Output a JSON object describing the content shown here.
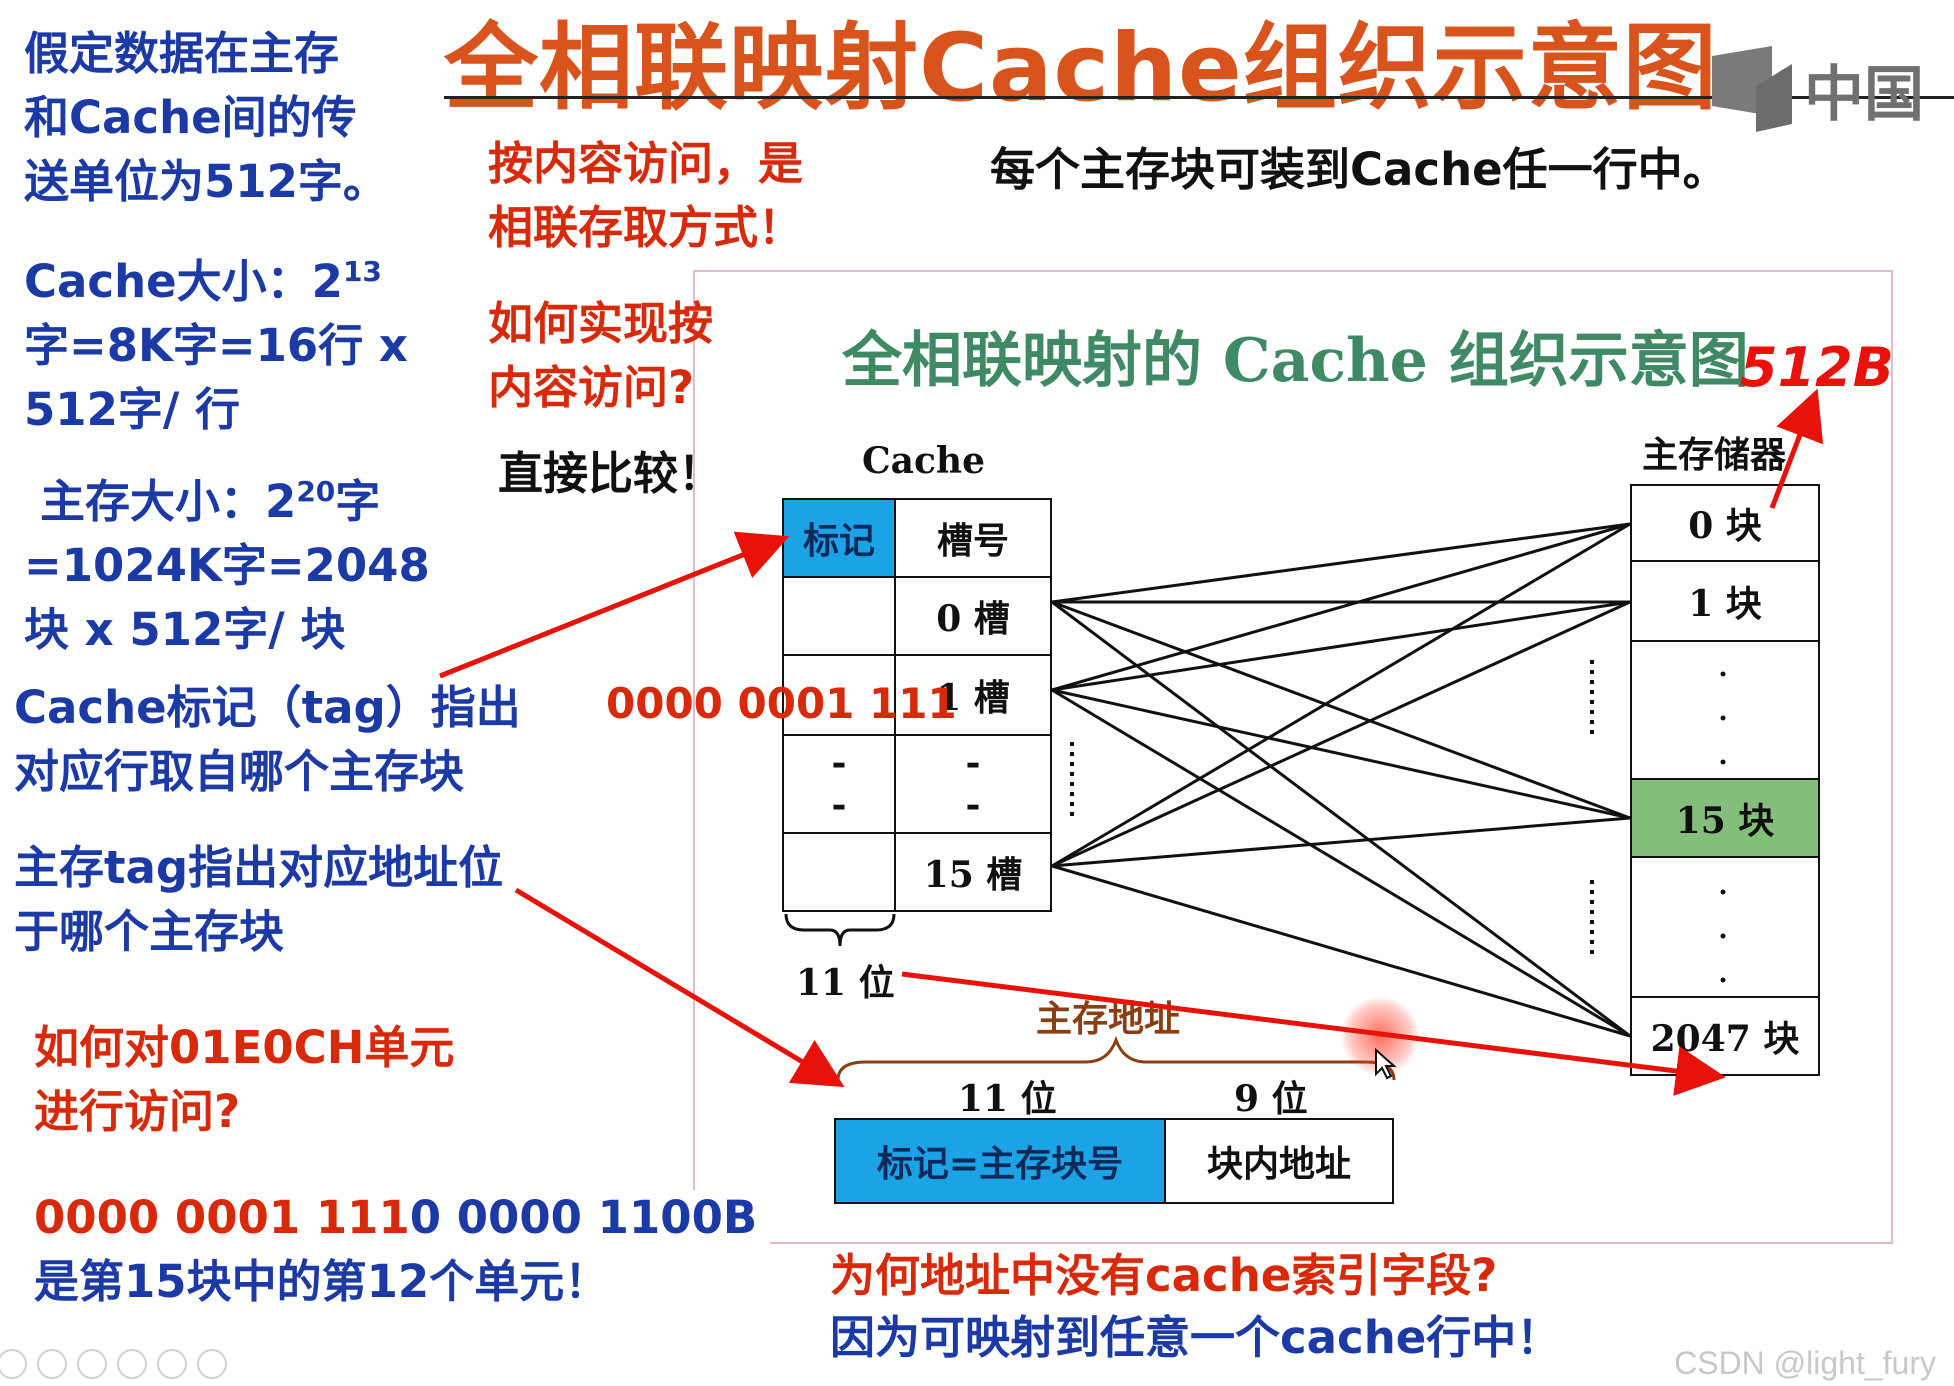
{
  "title": "全相联映射Cache组织示意图",
  "logo_text": "中国",
  "left_notes": {
    "transfer_unit": [
      "假定数据在主存",
      "和Cache间的传",
      "送单位为512字。"
    ],
    "cache_size_line1_prefix": "Cache大小：2",
    "cache_size_exp": "13",
    "cache_size_line2": "字=8K字=16行 x",
    "cache_size_line3": "512字/ 行",
    "mem_size_line1_prefix": "主存大小：2",
    "mem_size_exp": "20",
    "mem_size_line1_suffix": "字",
    "mem_size_line2": "=1024K字=2048",
    "mem_size_line3": "块 x 512字/ 块",
    "cache_tag_note": [
      "Cache标记（tag）指出",
      "对应行取自哪个主存块"
    ],
    "mem_tag_note": [
      "主存tag指出对应地址位",
      "于哪个主存块"
    ],
    "question": [
      "如何对01E0CH单元",
      "进行访问?"
    ],
    "answer_binary_red": "0000 0001 111",
    "answer_binary_blue": "0 0000 1100B",
    "answer_text": "是第15块中的第12个单元！"
  },
  "middle_notes": {
    "content_access": [
      "按内容访问，是",
      "相联存取方式！"
    ],
    "how_question": [
      "如何实现按",
      "内容访问?"
    ],
    "direct_compare": "直接比较！",
    "every_block": "每个主存块可装到Cache任一行中。",
    "tag_bits_red": "0000 0001 111"
  },
  "diagram": {
    "title": "全相联映射的 Cache 组织示意图",
    "annotation": "512B",
    "cache_label": "Cache",
    "cache_header_tag": "标记",
    "cache_header_slot": "槽号",
    "cache_slots": [
      "0 槽",
      "1 槽",
      "-",
      "15 槽"
    ],
    "cache_dash": "-",
    "cache_tag_bits": "11 位",
    "memory_label": "主存储器",
    "memory_blocks": [
      "0 块",
      "1 块",
      "15 块",
      "2047 块"
    ],
    "address_label": "主存地址",
    "address_tag_bits": "11 位",
    "address_offset_bits": "9 位",
    "address_tag_field": "标记=主存块号",
    "address_offset_field": "块内地址"
  },
  "bottom_notes": {
    "why_no_index": "为何地址中没有cache索引字段?",
    "because": "因为可映射到任意一个cache行中！"
  },
  "watermark": "CSDN @light_fury",
  "colors": {
    "title": "#d8541c",
    "blue_text": "#1c3aa6",
    "red_text": "#d8290b",
    "tag_cell": "#1ba3e6",
    "highlight_block": "#83bf7b",
    "frame": "#e3b9cf",
    "arrow": "#e8120a"
  }
}
